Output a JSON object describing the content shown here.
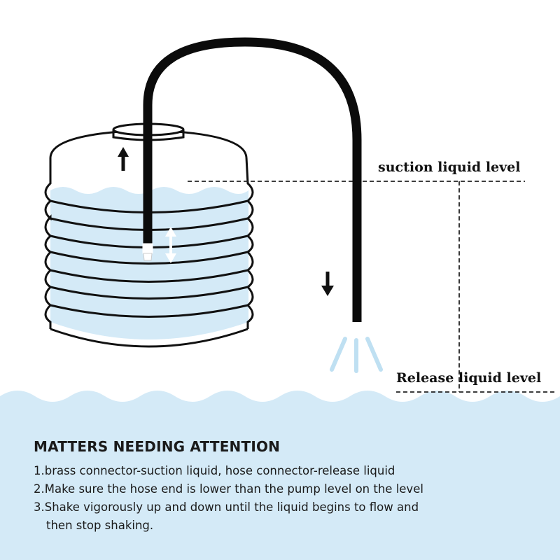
{
  "labels": {
    "suction_level": "suction liquid level",
    "release_level": "Release liquid level"
  },
  "notes": {
    "title": "MATTERS NEEDING ATTENTION",
    "items": [
      "1.brass connector-suction liquid, hose connector-release liquid",
      "2.Make sure the hose end is lower than the pump level on the level",
      "3.Shake vigorously up and down until the liquid begins to flow and",
      "then stop shaking."
    ]
  },
  "colors": {
    "water": "#d4eaf7",
    "outline": "#111111",
    "hose": "#0b0b0b",
    "spray": "#bfe0f2"
  },
  "icons": {
    "up_arrow": "up-arrow-icon",
    "down_arrow": "down-arrow-icon",
    "shake_arrow": "double-arrow-icon"
  }
}
